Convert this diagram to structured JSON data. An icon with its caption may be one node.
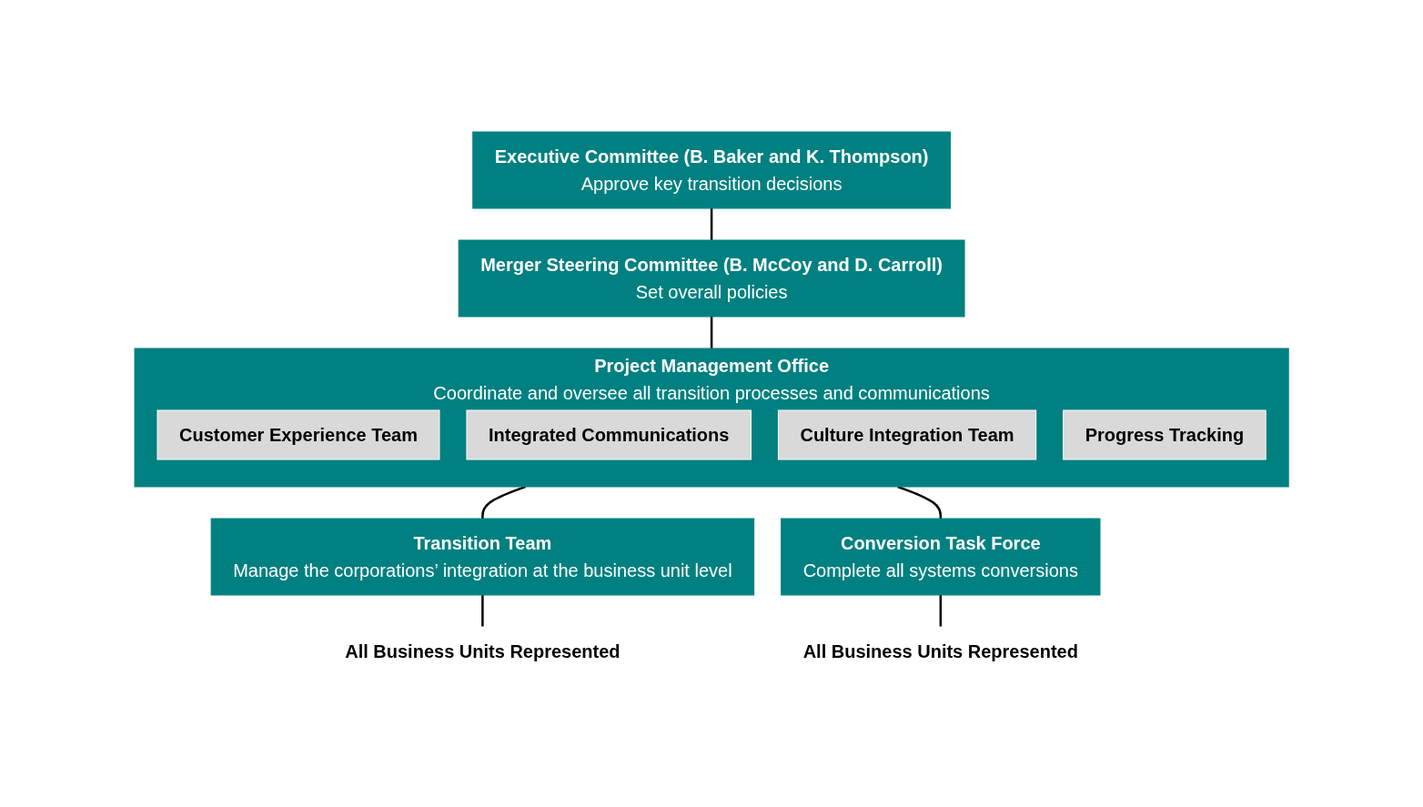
{
  "diagram": {
    "nodes": [
      {
        "text": [
          "Executive Committee (B. Baker and K. Thompson)",
          "Approve key transition decisions"
        ]
      },
      {
        "text": [
          "Merger Steering Committee (B. McCoy and D. Carroll)",
          "Set overall policies"
        ]
      },
      {
        "text": [
          "Project Management Office",
          "Coordinate and oversee all transition processes and communications"
        ]
      },
      {
        "text": [
          "Customer Experience Team"
        ],
        "in": 2
      },
      {
        "text": [
          "Integrated Communications"
        ],
        "in": 2
      },
      {
        "text": [
          "Culture Integration Team"
        ],
        "in": 2
      },
      {
        "text": [
          "Progress Tracking"
        ],
        "in": 2
      },
      {
        "text": [
          "Transition Team",
          "Manage the corporations’ integration at the business unit level"
        ]
      },
      {
        "text": [
          "All Business Units Represented"
        ]
      },
      {
        "text": [
          "Conversion Task Force",
          "Complete all systems conversions"
        ]
      },
      {
        "text": [
          "All Business Units Represented"
        ]
      }
    ],
    "edges": [
      {
        "from": 0,
        "to": 1,
        "arrow": "none"
      },
      {
        "from": 1,
        "to": 2,
        "arrow": "none"
      },
      {
        "from": 2,
        "to": 7,
        "arrow": "none"
      },
      {
        "from": 2,
        "to": 9,
        "arrow": "none"
      },
      {
        "from": 7,
        "to": 8,
        "arrow": "none"
      },
      {
        "from": 9,
        "to": 10,
        "arrow": "none"
      }
    ]
  }
}
